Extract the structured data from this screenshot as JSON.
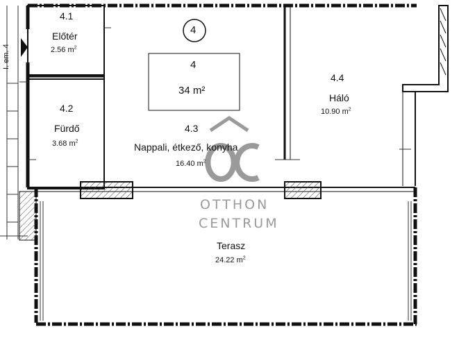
{
  "apartment": {
    "number": "4",
    "level_label": "I. em. 4",
    "total_area": "34 m²"
  },
  "rooms": [
    {
      "id": "4.1",
      "name": "Előtér",
      "area": "2.56 m",
      "unit_sup": "2"
    },
    {
      "id": "4.2",
      "name": "Fürdő",
      "area": "3.68 m",
      "unit_sup": "2"
    },
    {
      "id": "4.3",
      "name": "Nappali, étkező, konyha",
      "area": "16.40 m",
      "unit_sup": "2"
    },
    {
      "id": "4.4",
      "name": "Háló",
      "area": "10.90 m",
      "unit_sup": "2"
    },
    {
      "id": "",
      "name": "Terasz",
      "area": "24.22 m",
      "unit_sup": "2"
    }
  ],
  "watermark": {
    "monogram": "OC",
    "line1": "OTTHON",
    "line2": "CENTRUM"
  },
  "colors": {
    "wall": "#111111",
    "thin_line": "#333333",
    "hatch": "#444444",
    "watermark": "#9a9a9a"
  }
}
